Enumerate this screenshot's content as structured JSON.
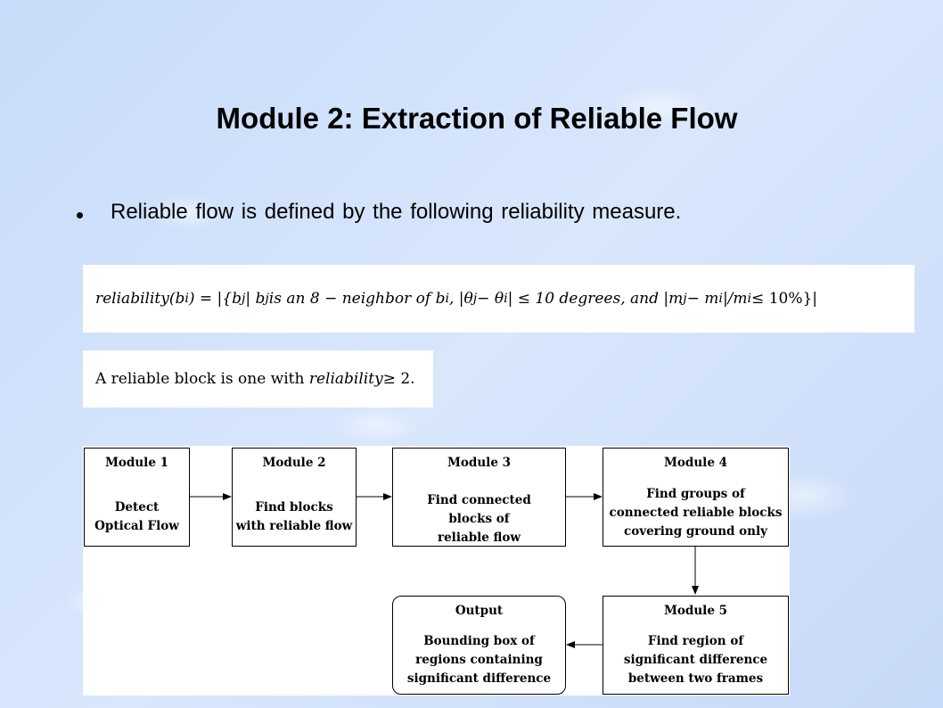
{
  "slide": {
    "title": "Module 2: Extraction of Reliable Flow",
    "bullet": "Reliable flow is defined by the following reliability measure."
  },
  "formula": {
    "lhs": "reliability(b",
    "lhs_sub": "i",
    "lhs_close": ") = |{b",
    "lhs_sub2": "j",
    "mid1": "| b",
    "mid1_sub": "j",
    "mid1_text": " is an 8 − neighbor of b",
    "mid1_sub2": "i",
    "mid2": ", |θ",
    "mid2_sub": "j",
    "mid2_b": " − θ",
    "mid2_sub2": "i",
    "mid3": "| ≤ 10 degrees, and |m",
    "mid3_sub": "j",
    "mid3_b": " − m",
    "mid3_sub2": "i",
    "mid4": "|/m",
    "mid4_sub": "i",
    "end": " ≤ 10%}|"
  },
  "definition": {
    "prefix": "A reliable block is one with ",
    "term": "reliability",
    "suffix": " ≥ 2."
  },
  "diagram": {
    "nodes": [
      {
        "id": "m1",
        "title": "Module 1",
        "lines": [
          "Detect",
          "Optical Flow"
        ]
      },
      {
        "id": "m2",
        "title": "Module 2",
        "lines": [
          "Find blocks",
          "with reliable flow"
        ]
      },
      {
        "id": "m3",
        "title": "Module 3",
        "lines": [
          "Find connected",
          "blocks of",
          "reliable flow"
        ]
      },
      {
        "id": "m4",
        "title": "Module 4",
        "lines": [
          "Find groups of",
          "connected reliable blocks",
          "covering ground only"
        ]
      },
      {
        "id": "m5",
        "title": "Module 5",
        "lines": [
          "Find region of",
          "significant difference",
          "between two frames"
        ]
      },
      {
        "id": "out",
        "title": "Output",
        "lines": [
          "Bounding box of",
          "regions containing",
          "significant difference"
        ]
      }
    ]
  }
}
